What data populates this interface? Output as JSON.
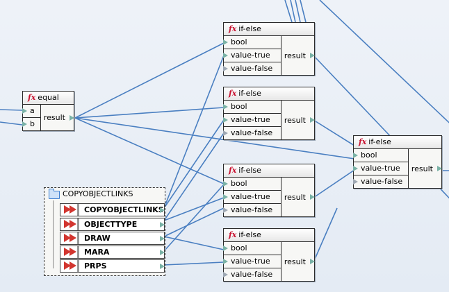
{
  "colors": {
    "wire": "#4a7fc1",
    "fx": "#c8102e",
    "connector": "#7ab2a6"
  },
  "nodes": {
    "equal": {
      "fx": "fx",
      "title": "equal",
      "inputs": [
        "a",
        "b"
      ],
      "output": "result"
    },
    "ifelse1": {
      "fx": "fx",
      "title": "if-else",
      "inputs": [
        "bool",
        "value-true",
        "value-false"
      ],
      "output": "result"
    },
    "ifelse2": {
      "fx": "fx",
      "title": "if-else",
      "inputs": [
        "bool",
        "value-true",
        "value-false"
      ],
      "output": "result"
    },
    "ifelse3": {
      "fx": "fx",
      "title": "if-else",
      "inputs": [
        "bool",
        "value-true",
        "value-false"
      ],
      "output": "result"
    },
    "ifelse4": {
      "fx": "fx",
      "title": "if-else",
      "inputs": [
        "bool",
        "value-true",
        "value-false"
      ],
      "output": "result"
    },
    "ifelse5": {
      "fx": "fx",
      "title": "if-else",
      "inputs": [
        "bool",
        "value-true",
        "value-false"
      ],
      "output": "result"
    }
  },
  "structure": {
    "title": "COPYOBJECTLINKS",
    "fields": [
      "COPYOBJECTLINKS",
      "OBJECTTYPE",
      "DRAW",
      "MARA",
      "PRPS"
    ]
  }
}
